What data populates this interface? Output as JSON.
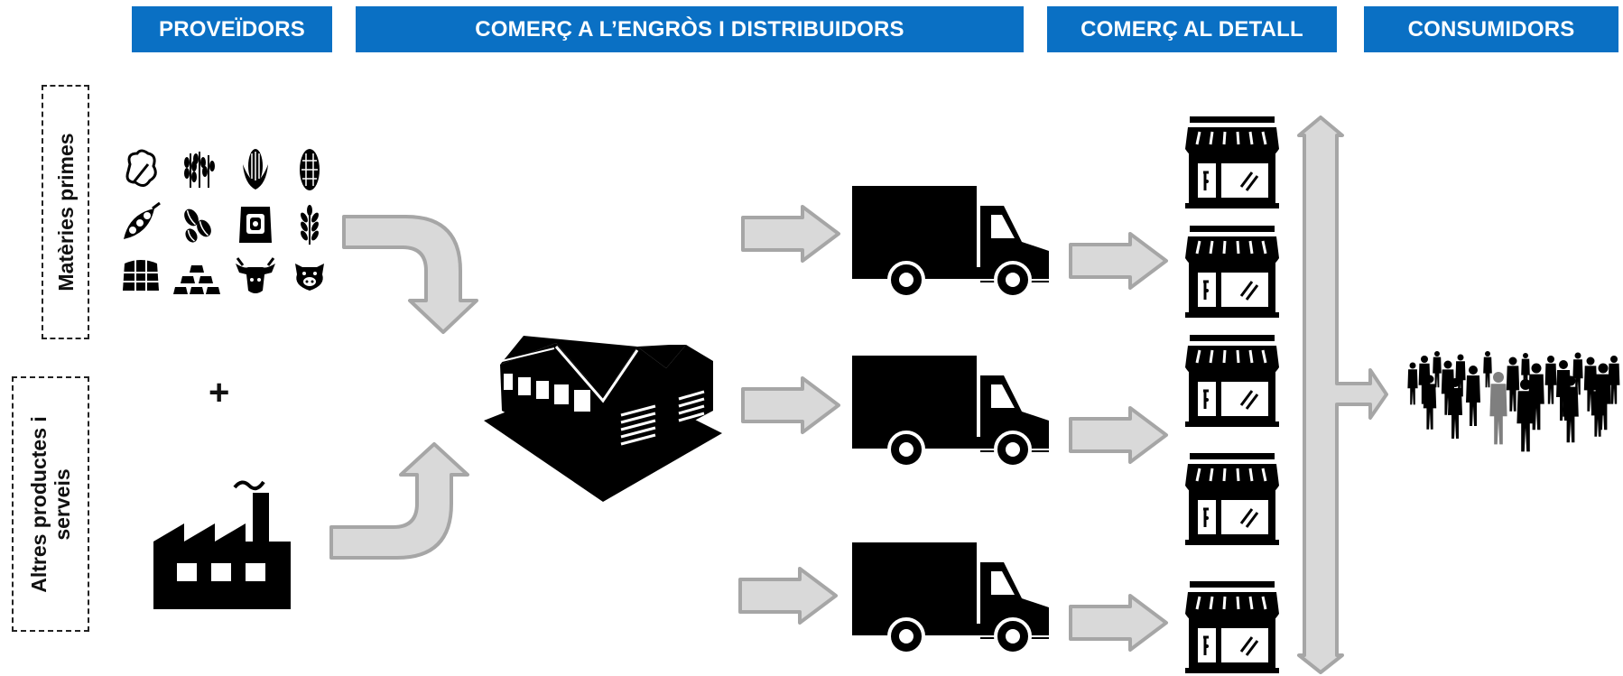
{
  "headers": {
    "suppliers": "PROVEÏDORS",
    "wholesale": "COMERÇ A L’ENGRÒS I DISTRIBUIDORS",
    "retail": "COMERÇ AL DETALL",
    "consumers": "CONSUMIDORS"
  },
  "side_labels": {
    "raw_materials": "Matèries primes",
    "other_products_line1": "Altres productes i",
    "other_products_line2": "serveis"
  },
  "plus_sign": "+",
  "colors": {
    "header_bg": "#0a70c4",
    "header_text": "#ffffff",
    "arrow_fill": "#d9d9d9",
    "arrow_stroke": "#a6a6a6",
    "icon": "#000000"
  },
  "icons": {
    "raw_materials": [
      "cotton-icon",
      "wheat-icon",
      "corn-icon",
      "cocoa-icon",
      "pea-pod-icon",
      "coffee-beans-icon",
      "sack-icon",
      "grain-stalk-icon",
      "hay-bales-icon",
      "gold-bars-icon",
      "cow-icon",
      "pig-icon"
    ],
    "factory": "factory-icon",
    "warehouse": "warehouse-icon",
    "truck": "truck-icon",
    "store": "store-icon",
    "crowd": "crowd-icon"
  }
}
